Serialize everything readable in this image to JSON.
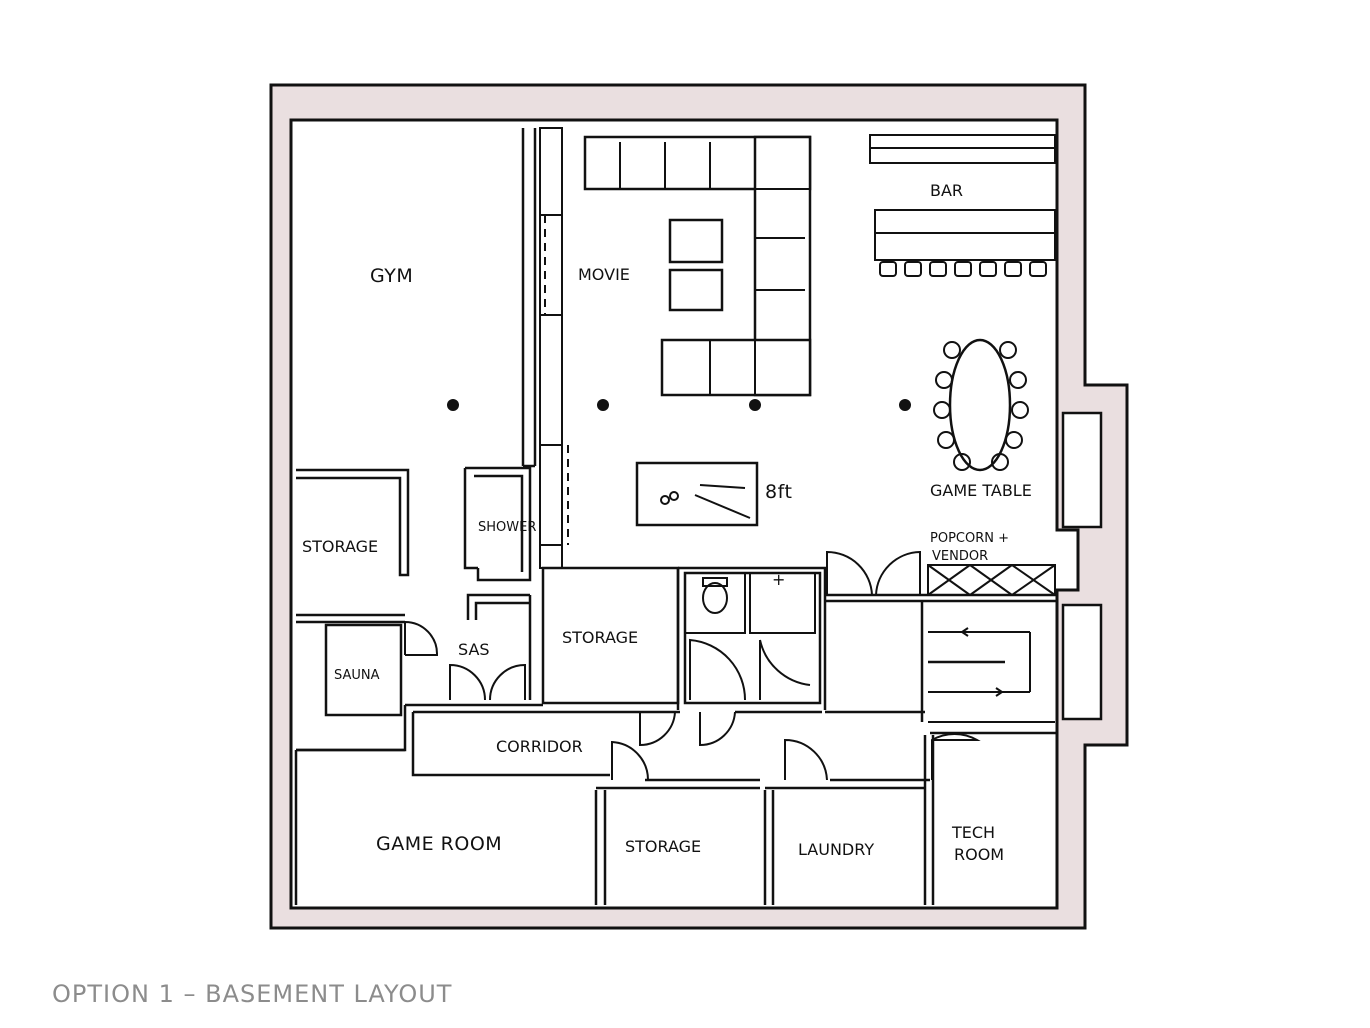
{
  "caption": "OPTION 1 – BASEMENT LAYOUT",
  "rooms": {
    "gym": "GYM",
    "movie": "MOVIE",
    "bar": "BAR",
    "game_table": "GAME TABLE",
    "table_size": "8ft",
    "storage_left": "STORAGE",
    "shower": "SHOWER",
    "sas": "SAS",
    "sauna": "SAUNA",
    "storage_center": "STORAGE",
    "popcorn_1": "POPCORN +",
    "popcorn_2": "VENDOR",
    "corridor": "CORRIDOR",
    "game_room": "GAME ROOM",
    "storage_bottom": "STORAGE",
    "laundry": "LAUNDRY",
    "tech_1": "TECH",
    "tech_2": "ROOM"
  },
  "colors": {
    "wall_fill": "#eadfe0",
    "line": "#111111",
    "caption": "#8c8c8c"
  }
}
